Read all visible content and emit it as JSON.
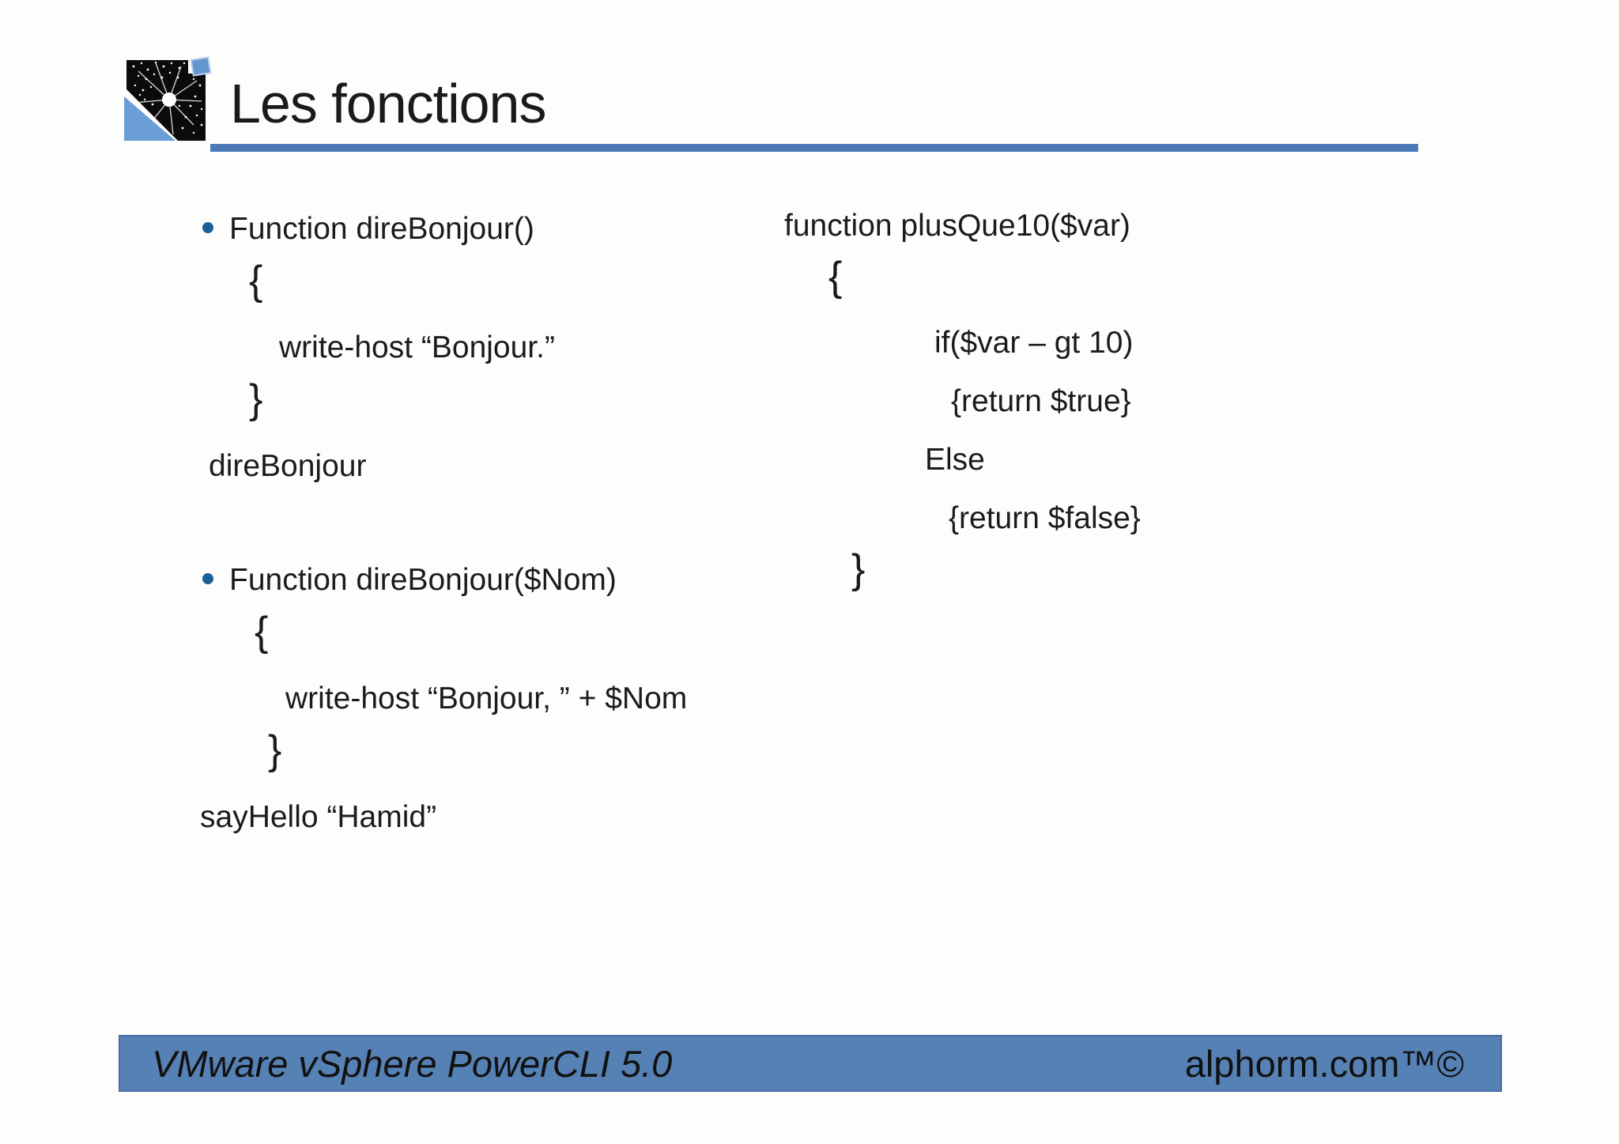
{
  "slide": {
    "header": {
      "title": "Les fonctions",
      "logo_name": "alphorm-logo"
    },
    "left_column": {
      "item1": {
        "bullet_glyph": "•",
        "lines": [
          {
            "text": "Function direBonjour()"
          },
          {
            "text": "{"
          },
          {
            "text": "write-host “Bonjour.”"
          },
          {
            "text": "}"
          },
          {
            "text": "direBonjour"
          }
        ]
      },
      "item2": {
        "bullet_glyph": "•",
        "lines": [
          {
            "text": "Function direBonjour($Nom)"
          },
          {
            "text": "{"
          },
          {
            "text": "write-host “Bonjour, ” + $Nom"
          },
          {
            "text": "}"
          },
          {
            "text": "sayHello “Hamid”"
          }
        ]
      }
    },
    "right_column": {
      "lines": [
        {
          "text": "function plusQue10($var)"
        },
        {
          "text": "{"
        },
        {
          "text": "if($var – gt 10)"
        },
        {
          "text": "{return $true}"
        },
        {
          "text": "Else"
        },
        {
          "text": "{return $false}"
        },
        {
          "text": "}"
        }
      ]
    },
    "footer": {
      "left_text": "VMware vSphere PowerCLI 5.0",
      "right_text": "alphorm.com™©"
    }
  },
  "colors": {
    "accent_underline": "#4c7ab8",
    "footer_bar": "#5681b5",
    "footer_border": "#476da3",
    "bullet": "#1b6096",
    "logo_black": "#0b0b0b",
    "logo_blue": "#6b9ed6",
    "text": "#1b1b1b"
  }
}
